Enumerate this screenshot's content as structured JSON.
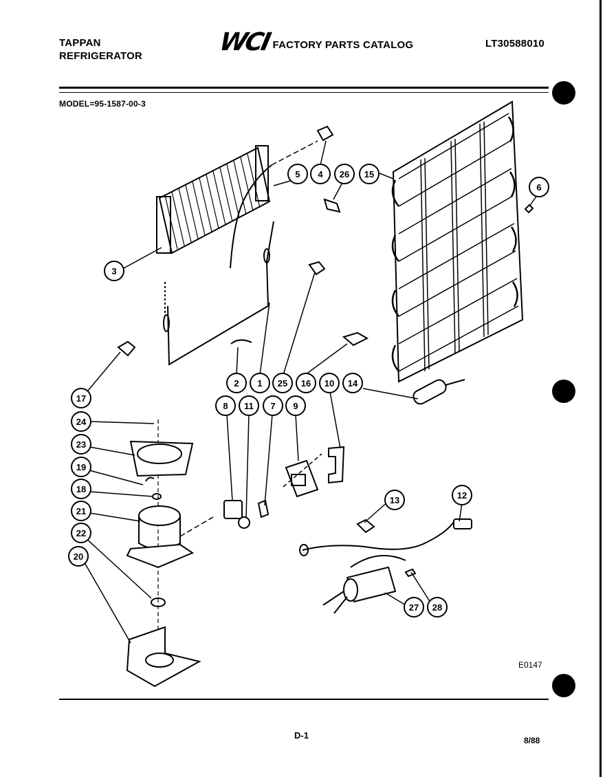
{
  "header": {
    "brand_line1": "TAPPAN",
    "brand_line2": "REFRIGERATOR",
    "logo_text": "WCI",
    "catalog_title": "FACTORY PARTS CATALOG",
    "catalog_number": "LT30588010"
  },
  "model_label": "MODEL=95-1587-00-3",
  "diagram_code": "E0147",
  "page_number": "D-1",
  "date": "8/88",
  "callouts": [
    {
      "id": "c3",
      "label": "3"
    },
    {
      "id": "c5",
      "label": "5"
    },
    {
      "id": "c4",
      "label": "4"
    },
    {
      "id": "c26",
      "label": "26"
    },
    {
      "id": "c15",
      "label": "15"
    },
    {
      "id": "c6",
      "label": "6"
    },
    {
      "id": "c17",
      "label": "17"
    },
    {
      "id": "c2",
      "label": "2"
    },
    {
      "id": "c1",
      "label": "1"
    },
    {
      "id": "c25",
      "label": "25"
    },
    {
      "id": "c16",
      "label": "16"
    },
    {
      "id": "c10",
      "label": "10"
    },
    {
      "id": "c14",
      "label": "14"
    },
    {
      "id": "c24",
      "label": "24"
    },
    {
      "id": "c8",
      "label": "8"
    },
    {
      "id": "c11",
      "label": "11"
    },
    {
      "id": "c7",
      "label": "7"
    },
    {
      "id": "c9",
      "label": "9"
    },
    {
      "id": "c23",
      "label": "23"
    },
    {
      "id": "c19",
      "label": "19"
    },
    {
      "id": "c18",
      "label": "18"
    },
    {
      "id": "c21",
      "label": "21"
    },
    {
      "id": "c22",
      "label": "22"
    },
    {
      "id": "c20",
      "label": "20"
    },
    {
      "id": "c13",
      "label": "13"
    },
    {
      "id": "c12",
      "label": "12"
    },
    {
      "id": "c27",
      "label": "27"
    },
    {
      "id": "c28",
      "label": "28"
    }
  ]
}
